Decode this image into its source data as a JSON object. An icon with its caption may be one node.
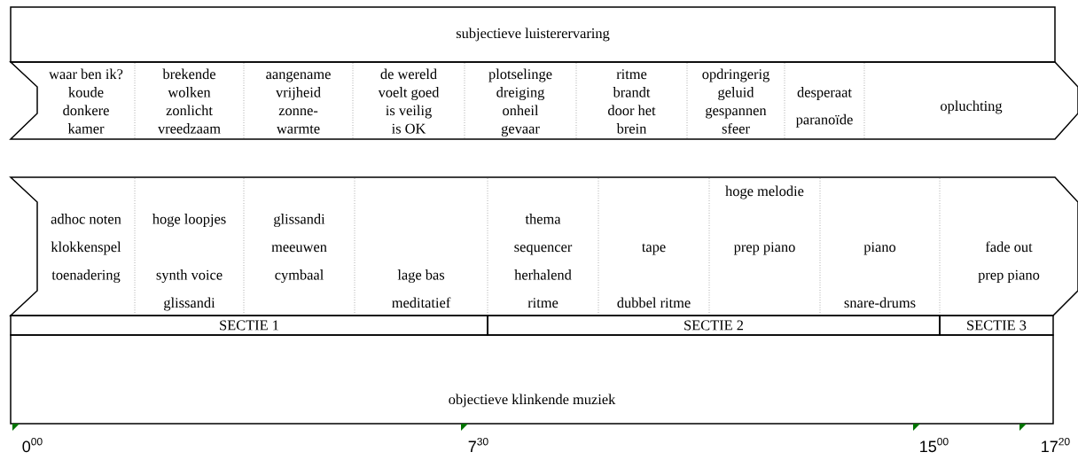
{
  "diagram": {
    "nodes": [
      {
        "text": [
          "subjectieve luisterervaring"
        ]
      },
      {
        "text": [
          "waar ben ik?",
          "koude",
          "donkere",
          "kamer"
        ]
      },
      {
        "text": [
          "brekende",
          "wolken",
          "zonlicht",
          "vreedzaam"
        ]
      },
      {
        "text": [
          "aangename",
          "vrijheid",
          "zonne-",
          "warmte"
        ]
      },
      {
        "text": [
          "de wereld",
          "voelt goed",
          "is veilig",
          "is OK"
        ]
      },
      {
        "text": [
          "plotselinge",
          "dreiging",
          "onheil",
          "gevaar"
        ]
      },
      {
        "text": [
          "ritme",
          "brandt",
          "door het",
          "brein"
        ]
      },
      {
        "text": [
          "opdringerig",
          "geluid",
          "gespannen",
          "sfeer"
        ]
      },
      {
        "text": [
          "desperaat",
          "paranoïde"
        ]
      },
      {
        "text": [
          "opluchting"
        ]
      },
      {
        "text": [
          "adhoc noten",
          "klokkenspel",
          "toenadering"
        ]
      },
      {
        "text": [
          "hoge loopjes",
          "synth voice",
          "glissandi"
        ]
      },
      {
        "text": [
          "glissandi",
          "meeuwen",
          "cymbaal"
        ]
      },
      {
        "text": [
          "lage bas",
          "meditatief"
        ]
      },
      {
        "text": [
          "thema",
          "sequencer",
          "herhalend",
          "ritme"
        ]
      },
      {
        "text": [
          "tape",
          "dubbel ritme"
        ]
      },
      {
        "text": [
          "hoge melodie",
          "prep piano"
        ]
      },
      {
        "text": [
          "piano",
          "snare-drums"
        ]
      },
      {
        "text": [
          "fade out",
          "prep piano"
        ]
      },
      {
        "text": [
          "SECTIE 1"
        ]
      },
      {
        "text": [
          "SECTIE 2"
        ]
      },
      {
        "text": [
          "SECTIE 3"
        ]
      },
      {
        "text": [
          "objectieve klinkende muziek"
        ]
      }
    ],
    "labels": [
      "0$^{00}$",
      "7$^{30}$",
      "15$^{00}$",
      "17$^{20}$"
    ]
  }
}
